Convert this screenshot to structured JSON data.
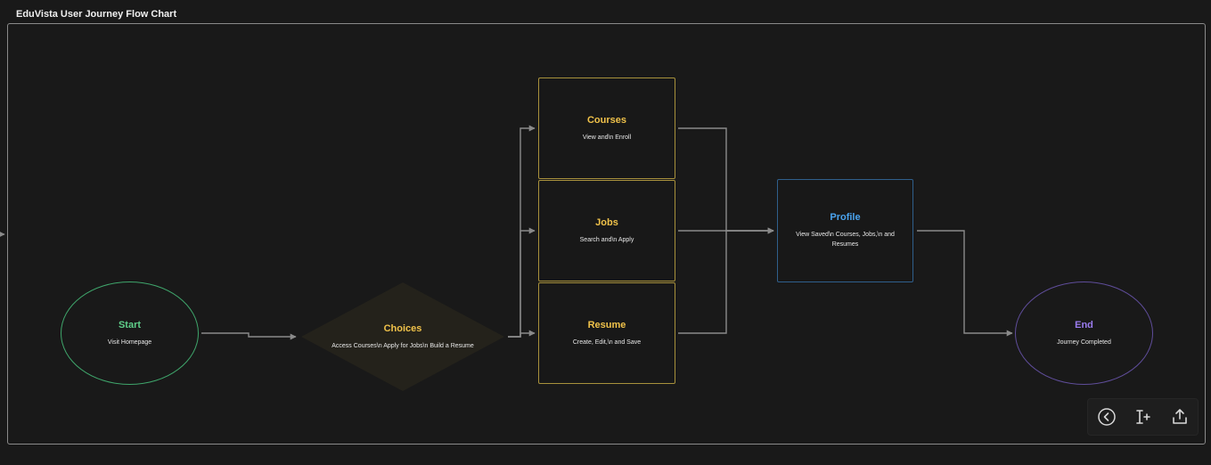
{
  "title": "EduVista User Journey Flow Chart",
  "colors": {
    "start": "#3fa56b",
    "choices": "#e2b43a",
    "option": "#e2b43a",
    "option_border": "#a8913c",
    "profile": "#3a8fd8",
    "profile_border": "#2f5f8c",
    "end": "#8c6ddc",
    "end_border": "#5f4d9a",
    "edge": "#8a8a8a"
  },
  "nodes": {
    "start": {
      "label": "Start",
      "desc": "Visit Homepage"
    },
    "choices": {
      "label": "Choices",
      "desc": "Access Courses\\n Apply for Jobs\\n Build a Resume"
    },
    "courses": {
      "label": "Courses",
      "desc": "View and\\n Enroll"
    },
    "jobs": {
      "label": "Jobs",
      "desc": "Search and\\n Apply"
    },
    "resume": {
      "label": "Resume",
      "desc": "Create, Edit,\\n and Save"
    },
    "profile": {
      "label": "Profile",
      "desc": "View Saved\\n Courses, Jobs,\\n and Resumes"
    },
    "end": {
      "label": "End",
      "desc": "Journey Completed"
    }
  },
  "toolbar": {
    "icons": [
      "back-icon",
      "text-cursor-icon",
      "share-icon"
    ]
  }
}
